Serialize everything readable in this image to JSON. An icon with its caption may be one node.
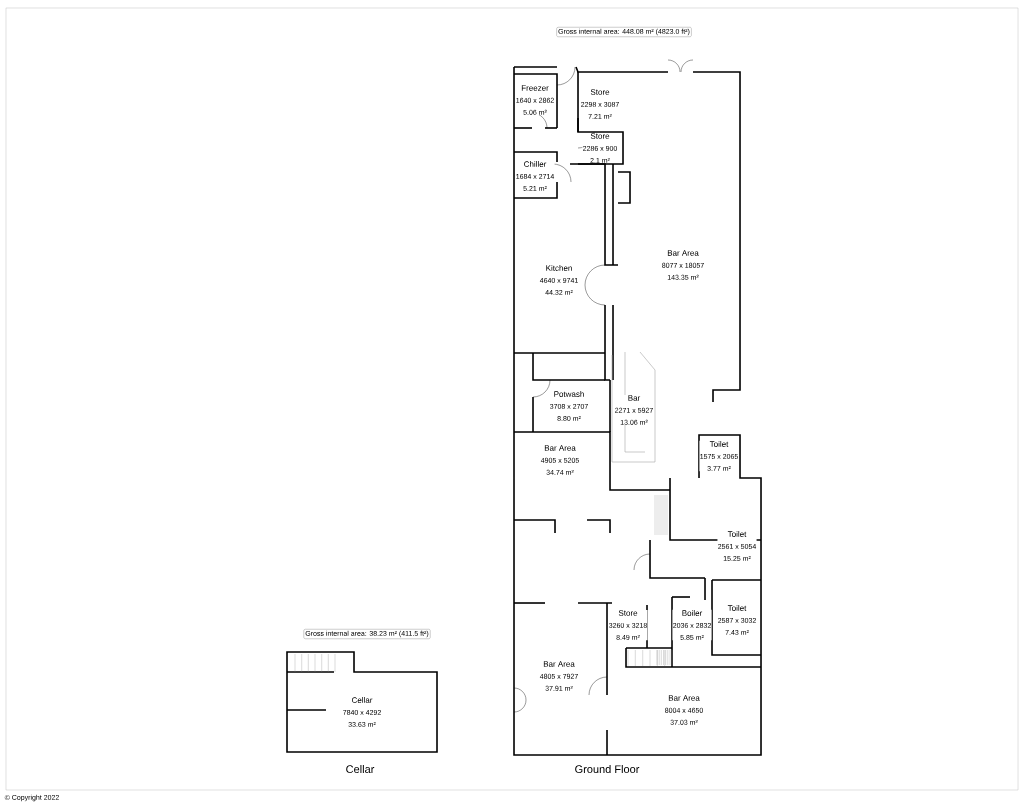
{
  "diagram": {
    "nodes": [
      {
        "text": [
          "Freezer",
          "1640 x 2862",
          "5.06 m²"
        ]
      },
      {
        "text": [
          "Store",
          "2298 x 3087",
          "7.21 m²"
        ]
      },
      {
        "text": [
          "Store",
          "2286 x 900",
          "2.1 m²"
        ]
      },
      {
        "text": [
          "Chiller",
          "1684 x 2714",
          "5.21 m²"
        ]
      },
      {
        "text": [
          "Kitchen",
          "4640 x 9741",
          "44.32 m²"
        ]
      },
      {
        "text": [
          "Bar Area",
          "8077 x 18057",
          "143.35 m²"
        ]
      },
      {
        "text": [
          "Potwash",
          "3708 x 2707",
          "8.80 m²"
        ]
      },
      {
        "text": [
          "Bar",
          "2271 x 5927",
          "13.06 m²"
        ]
      },
      {
        "text": [
          "Toilet",
          "1575 x 2065",
          "3.77 m²"
        ]
      },
      {
        "text": [
          "Bar Area",
          "4905 x 5205",
          "34.74 m²"
        ]
      },
      {
        "text": [
          "Toilet",
          "2561 x 5054",
          "15.25 m²"
        ]
      },
      {
        "text": [
          "Boiler",
          "2036 x 2832",
          "5.85 m²"
        ]
      },
      {
        "text": [
          "Toilet",
          "2587 x 3032",
          "7.43 m²"
        ]
      },
      {
        "text": [
          "Store",
          "3260 x 3218",
          "8.49 m²"
        ]
      },
      {
        "text": [
          "Bar Area",
          "4805 x 7927",
          "37.91 m²"
        ]
      },
      {
        "text": [
          "Bar Area",
          "8004 x 4650",
          "37.03 m²"
        ]
      },
      {
        "text": [
          "Cellar",
          "7840 x 4292",
          "33.63 m²"
        ]
      }
    ],
    "labels": [
      "Gross internal area: 448.08 m² (4823.0 ft²)",
      "Gross internal area: 38.23 m² (411.5 ft²)",
      "Cellar",
      "Ground Floor",
      "© Copyright 2022"
    ]
  }
}
